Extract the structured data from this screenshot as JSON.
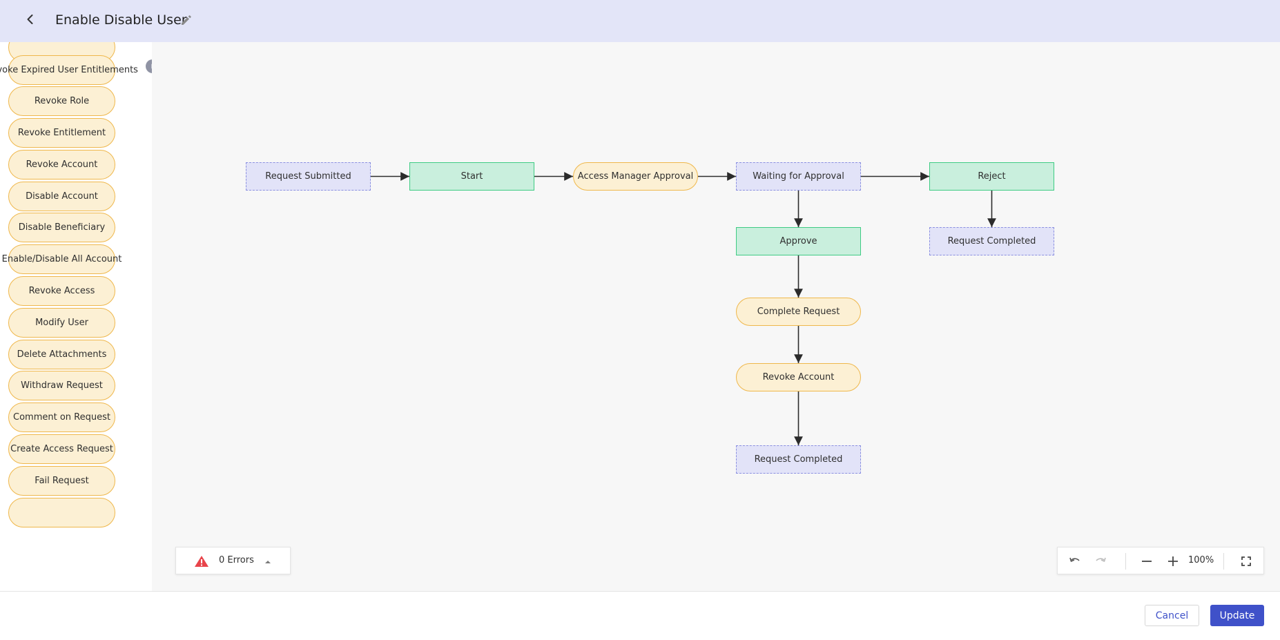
{
  "header": {
    "title": "Enable Disable User",
    "back_icon": "chevron-left-icon",
    "edit_icon": "pencil-icon",
    "background": "#e3e5f8"
  },
  "sidebar": {
    "items": [
      {
        "label": ""
      },
      {
        "label": "Revoke Expired User Entitlements"
      },
      {
        "label": "Revoke Role"
      },
      {
        "label": "Revoke Entitlement"
      },
      {
        "label": "Revoke Account"
      },
      {
        "label": "Disable Account"
      },
      {
        "label": "Disable Beneficiary"
      },
      {
        "label": "Enable/Disable All Account"
      },
      {
        "label": "Revoke Access"
      },
      {
        "label": "Modify User"
      },
      {
        "label": "Delete Attachments"
      },
      {
        "label": "Withdraw Request"
      },
      {
        "label": "Comment on Request"
      },
      {
        "label": "Create Access Request"
      },
      {
        "label": "Fail Request"
      },
      {
        "label": ""
      }
    ],
    "collapse_icon": "chevron-right-circle-icon"
  },
  "workflow": {
    "nodes": [
      {
        "id": "n1",
        "label": "Request Submitted",
        "kind": "event"
      },
      {
        "id": "n2",
        "label": "Start",
        "kind": "state"
      },
      {
        "id": "n3",
        "label": "Access Manager Approval",
        "kind": "action"
      },
      {
        "id": "n4",
        "label": "Waiting for Approval",
        "kind": "event"
      },
      {
        "id": "n5",
        "label": "Reject",
        "kind": "state"
      },
      {
        "id": "n6",
        "label": "Approve",
        "kind": "state"
      },
      {
        "id": "n7",
        "label": "Request Completed",
        "kind": "event"
      },
      {
        "id": "n8",
        "label": "Complete Request",
        "kind": "action"
      },
      {
        "id": "n9",
        "label": "Revoke Account",
        "kind": "action"
      },
      {
        "id": "n10",
        "label": "Request Completed",
        "kind": "event"
      }
    ],
    "edges": [
      [
        "n1",
        "n2"
      ],
      [
        "n2",
        "n3"
      ],
      [
        "n3",
        "n4"
      ],
      [
        "n4",
        "n5"
      ],
      [
        "n4",
        "n6"
      ],
      [
        "n5",
        "n7"
      ],
      [
        "n6",
        "n8"
      ],
      [
        "n8",
        "n9"
      ],
      [
        "n9",
        "n10"
      ]
    ]
  },
  "errors_panel": {
    "count_label": "0 Errors",
    "icon": "warning-triangle-icon",
    "toggle_icon": "caret-up-icon",
    "icon_color": "#e8444b"
  },
  "toolbar": {
    "undo_icon": "undo-icon",
    "redo_icon": "redo-icon",
    "zoom_out_icon": "minus-icon",
    "zoom_in_icon": "plus-icon",
    "zoom_level": "100%",
    "fullscreen_icon": "fullscreen-icon"
  },
  "footer": {
    "cancel_label": "Cancel",
    "update_label": "Update",
    "accent": "#3f51c9"
  }
}
